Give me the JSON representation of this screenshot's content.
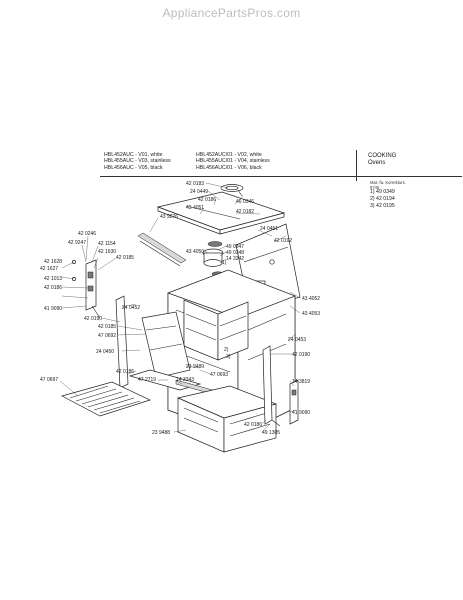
{
  "watermark": "AppliancePartsPros.com",
  "models_left": [
    "HBL452AUC - V01, white",
    "HBL455AUC - V03, stainless",
    "HBL456AUC - V05, black"
  ],
  "models_right": [
    "HBL452AUC/01 - V02, white",
    "HBL455AUC/01 - V04, stainless",
    "HBL456AUC/01 - V06, black"
  ],
  "category": {
    "line1": "COOKING",
    "line2": "Ovens"
  },
  "mfg_header": "Mat.-fa.   Korrekturs.",
  "mfg_sub": "9745",
  "notes": [
    "1) 49 0349",
    "2) 42 0194",
    "3) 42 0195"
  ],
  "markers": [
    "1)",
    "2)",
    "3)"
  ],
  "parts": {
    "p1": "42 0183",
    "p2": "24 0449",
    "p3": "42 0186",
    "p4": "43 4051",
    "p5": "43 9276",
    "p6": "46 0346",
    "p7": "42 0182",
    "p8": "24 0451",
    "p9": "42 0192",
    "p10": "42 0246",
    "p11": "42 9247",
    "p12": "42 1154",
    "p13": "42 1630",
    "p14": "42 0185",
    "p15": "43 4050",
    "p16": "49 0347",
    "p17": "49 0348",
    "p18": "14 3342",
    "p19": "42 1628",
    "p20": "42 1627",
    "p21": "42 1013",
    "p22": "42 0186",
    "p23": "41 9090",
    "p24": "24 0452",
    "p25": "43 4052",
    "p26": "43 4053",
    "p27": "42 0190",
    "p28": "42 0185",
    "p29": "47 0692",
    "p30": "24 0453",
    "p31": "24 0450",
    "p32": "42 0190",
    "p33": "23 9489",
    "p34": "47 0693",
    "p35": "42 0186",
    "p36": "47 2719",
    "p37": "14 3343",
    "p38": "14 3819",
    "p39": "47 0697",
    "p40": "41 9090",
    "p41": "42 0186",
    "p42": "23 9488",
    "p43": "49 1305"
  }
}
